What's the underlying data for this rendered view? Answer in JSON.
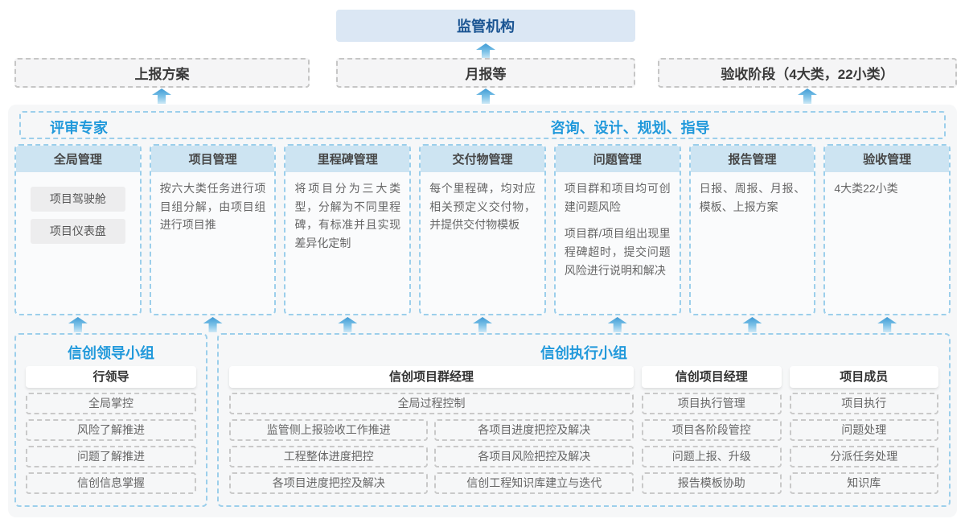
{
  "top": {
    "regulator": "监管机构",
    "reports": [
      "上报方案",
      "月报等",
      "验收阶段（4大类，22小类）"
    ]
  },
  "main": {
    "experts_label": "评审专家",
    "consult_label": "咨询、设计、规划、指导",
    "columns": [
      {
        "title": "全局管理",
        "buttons": [
          "项目驾驶舱",
          "项目仪表盘"
        ]
      },
      {
        "title": "项目管理",
        "text": "按六大类任务进行项目组分解，由项目组进行项目推"
      },
      {
        "title": "里程碑管理",
        "text": "将项目分为三大类型，分解为不同里程碑，有标准并且实现差异化定制"
      },
      {
        "title": "交付物管理",
        "text": "每个里程碑，均对应相关预定义交付物，并提供交付物模板"
      },
      {
        "title": "问题管理",
        "text1": "项目群和项目均可创建问题风险",
        "text2": "项目群/项目组出现里程碑超时，提交问题风险进行说明和解决"
      },
      {
        "title": "报告管理",
        "text": "日报、周报、月报、模板、上报方案"
      },
      {
        "title": "验收管理",
        "text": "4大类22小类"
      }
    ]
  },
  "bottom": {
    "leader_group": {
      "title": "信创领导小组",
      "role": "行领导",
      "items": [
        "全局掌控",
        "风险了解推进",
        "问题了解推进",
        "信创信息掌握"
      ]
    },
    "exec_group": {
      "title": "信创执行小组",
      "program_manager": {
        "role": "信创项目群经理",
        "full_item": "全局过程控制",
        "left_items": [
          "监管侧上报验收工作推进",
          "工程整体进度把控",
          "各项目进度把控及解决"
        ],
        "right_items": [
          "各项目进度把控及解决",
          "各项目风险把控及解决",
          "信创工程知识库建立与迭代"
        ]
      },
      "project_manager": {
        "role": "信创项目经理",
        "items": [
          "项目执行管理",
          "项目各阶段管控",
          "问题上报、升级",
          "报告模板协助"
        ]
      },
      "member": {
        "role": "项目成员",
        "items": [
          "项目执行",
          "问题处理",
          "分派任务处理",
          "知识库"
        ]
      }
    }
  },
  "colors": {
    "accent_blue": "#2199db",
    "navy": "#1a5492",
    "column_header_bg": "#cde4f2",
    "dashed_blue": "#9ccfeb",
    "arrow_top": "#3e9bd5",
    "arrow_bottom": "#cde8f6",
    "container_bg": "#f6f7f8"
  }
}
